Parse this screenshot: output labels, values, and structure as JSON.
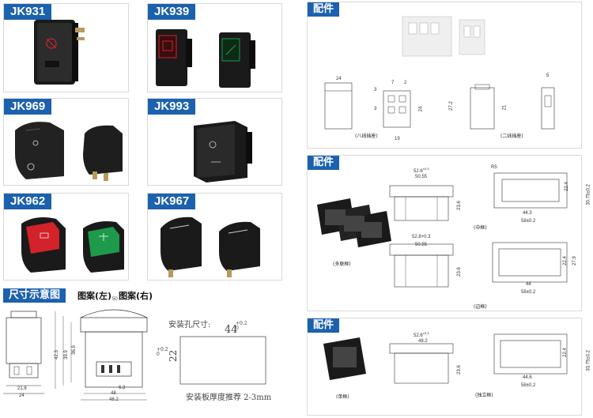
{
  "products": [
    {
      "model": "JK931"
    },
    {
      "model": "JK939"
    },
    {
      "model": "JK969"
    },
    {
      "model": "JK993"
    },
    {
      "model": "JK962"
    },
    {
      "model": "JK967"
    }
  ],
  "dimension_section": {
    "title": "尺寸示意图",
    "pattern_left": "图案(左)",
    "pattern_right": "图案(右)",
    "left_dims": {
      "w_outer": "24",
      "w_inner": "21.8",
      "h1": "42.3",
      "h2": "39.9",
      "h3": "36.9"
    },
    "mid_dims": {
      "top": "50",
      "w1": "48",
      "w2": "48.2",
      "gap": "6.3"
    },
    "mount_label": "安装孔尺寸:",
    "mount_width": "44",
    "mount_width_tol": "+0.2 0",
    "mount_height": "22",
    "mount_height_tol": "+0.2 0",
    "panel_thickness": "安装板厚度推荐 2-3mm"
  },
  "accessories": [
    {
      "title": "配件",
      "dims_a": {
        "w": "24",
        "h1": "3",
        "h2": "3",
        "d1": "7",
        "d2": "2",
        "d3": "24",
        "d4": "19"
      },
      "dims_b": {
        "h": "27.2",
        "h2": "21",
        "d": "5"
      },
      "caption_a": "(八线插座)",
      "caption_b": "(二线插座)"
    },
    {
      "title": "配件",
      "top_w1": "52.6",
      "top_w1_tol": "±0.3",
      "top_w2": "50.55",
      "top_h": "23.6",
      "mid_w": "44.3",
      "mid_w2": "58±0.2",
      "mid_h1": "22.4",
      "mid_h2": "30.75±0.2",
      "r_label": "R5",
      "caption_mid": "(中框)",
      "bot_w1": "52.8+0.3",
      "bot_w2": "50.55",
      "bot_h": "23.6",
      "side_w": "44",
      "side_w2": "58±0.2",
      "side_h1": "22.4",
      "side_h2": "27.9",
      "caption_side": "(边框)",
      "caption_multi": "(多联框)"
    },
    {
      "title": "配件",
      "w1": "52.6",
      "w1_tol": "±0.3",
      "w2": "48.2",
      "h": "23.6",
      "r_w": "44.6",
      "r_w2": "58±0.2",
      "r_h1": "22.4",
      "r_h2": "33.75±0.2",
      "caption_single": "(单框)",
      "caption_indep": "(独立框)"
    }
  ],
  "colors": {
    "accent": "#1c61ae",
    "switch_body": "#1a1a1a",
    "red_lamp": "#d2232a",
    "green_lamp": "#1d9a4a"
  }
}
